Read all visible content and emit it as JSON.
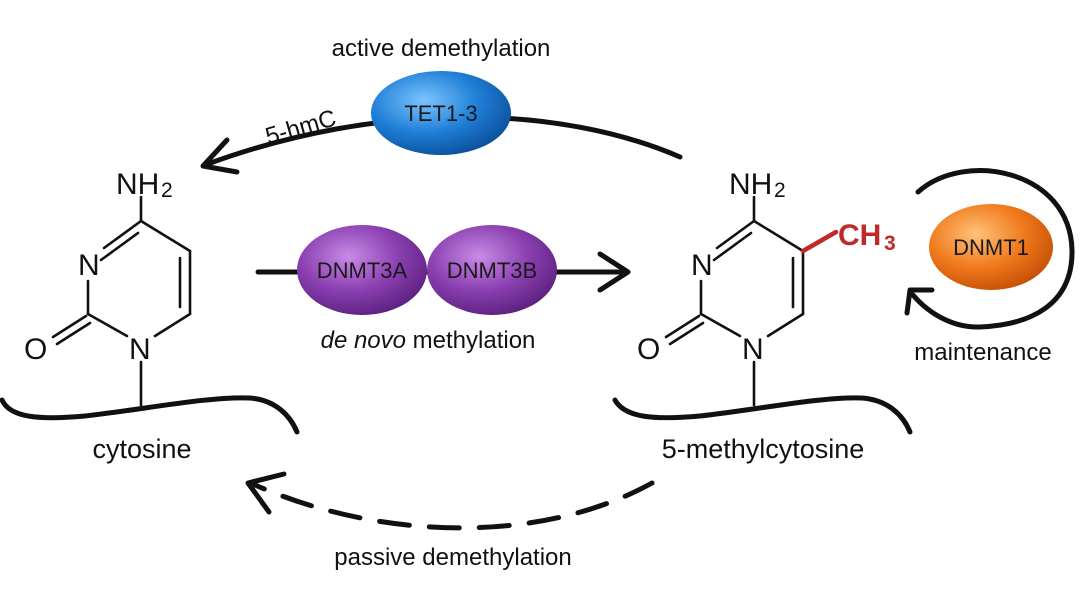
{
  "labels": {
    "active": "active demethylation",
    "hmc": "5-hmC",
    "denovo_italic": "de novo",
    "denovo_rest": " methylation",
    "passive": "passive demethylation",
    "maintenance": "maintenance",
    "cytosine": "cytosine",
    "methylcytosine": "5-methylcytosine"
  },
  "enzymes": {
    "tet": "TET1-3",
    "dnmt3a": "DNMT3A",
    "dnmt3b": "DNMT3B",
    "dnmt1": "DNMT1"
  },
  "atoms": {
    "nh": "NH",
    "sub2": "2",
    "n": "N",
    "o": "O",
    "ch": "CH",
    "sub3": "3"
  },
  "colors": {
    "tet": "#1f7fd6",
    "dnmt3": "#8a3fb0",
    "dnmt1": "#f07a1c",
    "methyl": "#c0282a"
  }
}
